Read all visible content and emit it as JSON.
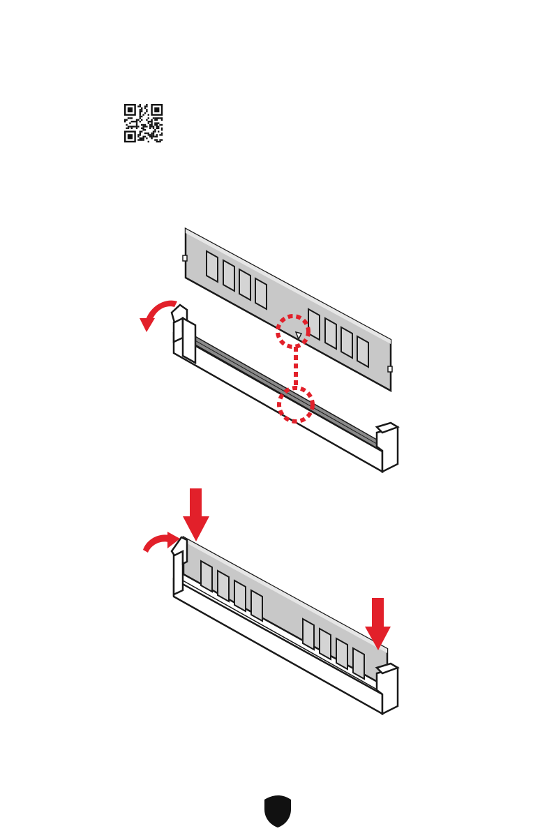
{
  "page": {
    "background": "#ffffff"
  },
  "qr_code": {
    "icon": "qr-code-icon"
  },
  "illustrations": [
    {
      "name": "memory-module-alignment",
      "description_icon": "dimm-notch-alignment"
    },
    {
      "name": "memory-module-insertion",
      "description_icon": "dimm-press-down"
    }
  ],
  "footer": {
    "icon": "shield-icon"
  },
  "colors": {
    "accent": "#e2202a",
    "module_fill": "#c8c8c8",
    "chip_fill": "#d4d4d4",
    "slot_fill": "#ffffff",
    "slot_channel": "#8a8a8a",
    "stroke": "#1a1a1a"
  }
}
